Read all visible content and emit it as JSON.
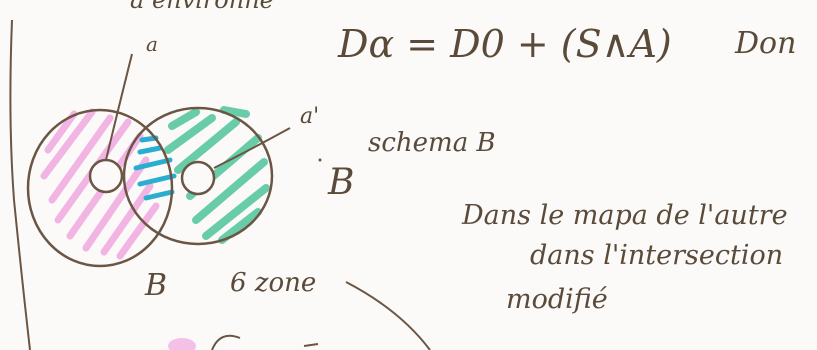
{
  "notes": {
    "top_fragment": "a environne",
    "equation": "Dα = D0 + (S∧A)",
    "top_right": "Don",
    "label_a": "a",
    "label_a_prime": "a'",
    "schema_label": "B",
    "schema_text": "schema B",
    "bottom_b": "B",
    "zone": "6 zone",
    "comment_line1": "Dans le mapa de l'autre",
    "comment_line2": "dans l'intersection",
    "comment_line3": "modifié"
  },
  "colors": {
    "ink": "#5a4a3a",
    "pink": "#f0a8e0",
    "green": "#5ac8a0",
    "cyan": "#2aaed0",
    "paper": "#fbfaf8"
  }
}
